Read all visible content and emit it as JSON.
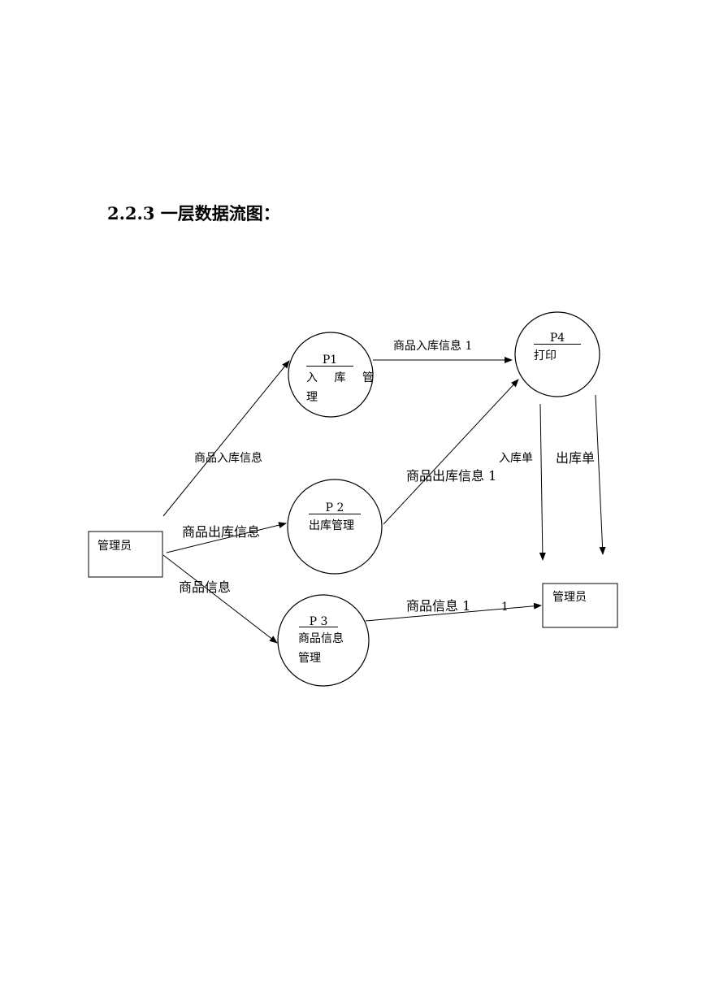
{
  "heading": "2.2.3 一层数据流图：",
  "processes": {
    "p1": {
      "id": "P1",
      "name_line1": "入 库 管",
      "name_line2": "理"
    },
    "p2": {
      "id": "P 2",
      "name": "出库管理"
    },
    "p3": {
      "id": "P 3",
      "name_line1": "商品信息",
      "name_line2": "管理"
    },
    "p4": {
      "id": "P4",
      "name": "打印"
    }
  },
  "entities": {
    "source": {
      "label": "管理员"
    },
    "sink": {
      "label": "管理员"
    }
  },
  "flows": {
    "src_to_p1": "商品入库信息",
    "src_to_p2": "商品出库信息",
    "src_to_p3": "商品信息",
    "p1_to_p4": "商品入库信息 1",
    "p2_to_p4": "商品出库信息 1",
    "p3_to_sink": "商品信息 1",
    "p3_to_sink_extra": "1",
    "p4_to_sink_in": "入库单",
    "p4_to_sink_out": "出库单"
  }
}
